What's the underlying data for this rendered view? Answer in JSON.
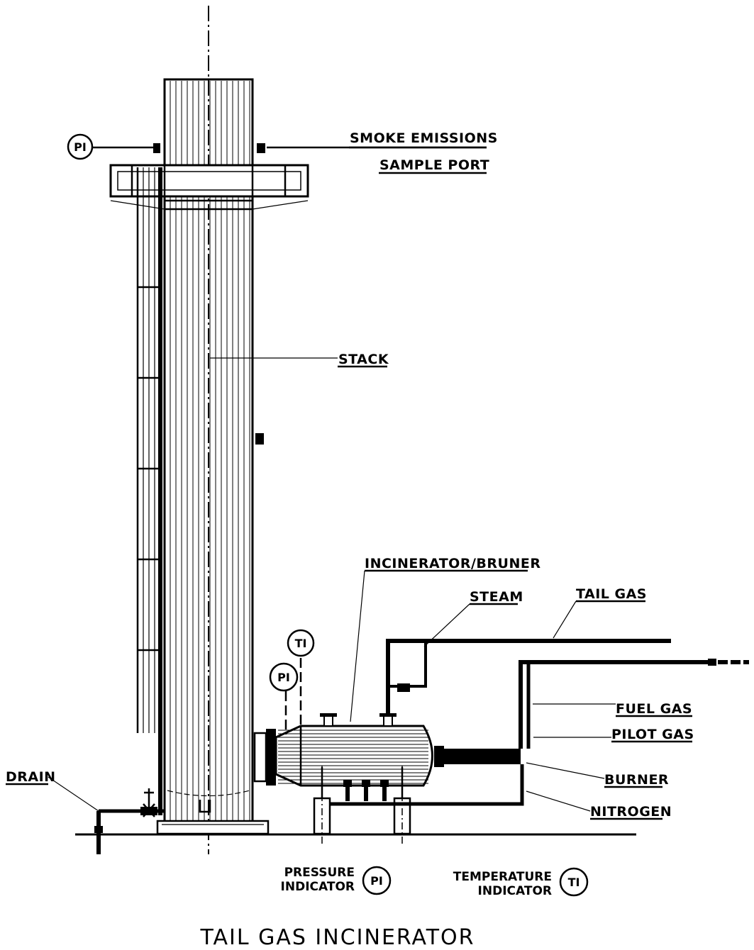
{
  "diagram": {
    "title": "TAIL GAS INCINERATOR",
    "labels": {
      "smoke_emissions": "SMOKE EMISSIONS",
      "sample_port": "SAMPLE PORT",
      "stack": "STACK",
      "incinerator": "INCINERATOR/BRUNER",
      "steam": "STEAM",
      "tail_gas": "TAIL GAS",
      "fuel_gas": "FUEL GAS",
      "pilot_gas": "PILOT GAS",
      "burner": "BURNER",
      "nitrogen": "NITROGEN",
      "drain": "DRAIN"
    },
    "instruments": {
      "pi_top": "PI",
      "pi_low": "PI",
      "ti_low": "TI"
    },
    "legend": {
      "pressure_line1": "PRESSURE",
      "pressure_line2": "INDICATOR",
      "pressure_symbol": "PI",
      "temperature_line1": "TEMPERATURE",
      "temperature_line2": "INDICATOR",
      "temperature_symbol": "TI"
    }
  }
}
